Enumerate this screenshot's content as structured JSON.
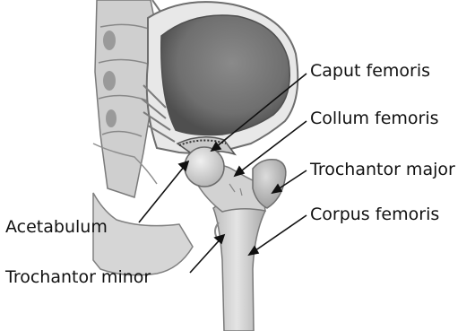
{
  "labels": {
    "caput_femoris": "Caput femoris",
    "collum_femoris": "Collum femoris",
    "trochantor_major": "Trochantor major",
    "corpus_femoris": "Corpus femoris",
    "acetabulum": "Acetabulum",
    "trochantor_minor": "Trochantor minor"
  },
  "colors": {
    "background": "#ffffff",
    "bone_light": "#d9d9d9",
    "bone_mid": "#a6a6a6",
    "bone_dark": "#5e5e5e",
    "leader_line": "#111111"
  }
}
